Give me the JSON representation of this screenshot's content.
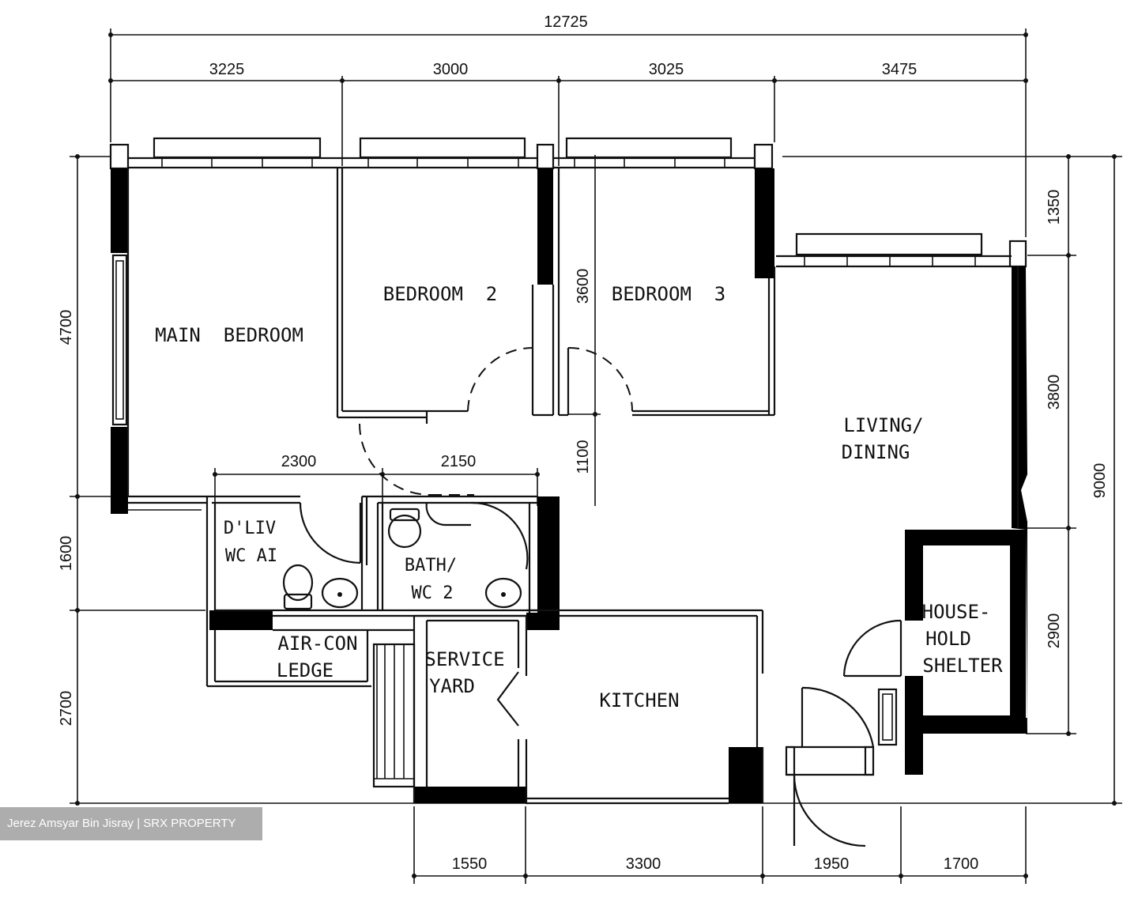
{
  "dimensions": {
    "overall_width": "12725",
    "top": [
      "3225",
      "3000",
      "3025",
      "3475"
    ],
    "inner_mid": [
      "2300",
      "2150"
    ],
    "bottom": [
      "1550",
      "3300",
      "1950",
      "1700"
    ],
    "left": [
      "4700",
      "1600",
      "2700"
    ],
    "right_inner": [
      "1350",
      "3800",
      "2900"
    ],
    "right_overall": "9000",
    "bedroom3_wall": "3600",
    "corridor": "1100"
  },
  "rooms": {
    "main_bedroom": "MAIN  BEDROOM",
    "bedroom_2": "BEDROOM  2",
    "bedroom_3": "BEDROOM  3",
    "living_dining_1": "LIVING/",
    "living_dining_2": "DINING",
    "bath_wc_1_line1": "D'LIV",
    "bath_wc_1_line2": "WC AI",
    "bath_wc_2_line1": "BATH/",
    "bath_wc_2_line2": "WC 2",
    "aircon_line1": "AIR-CON",
    "aircon_line2": "LEDGE",
    "service_line1": "SERVICE",
    "service_line2": "YARD",
    "kitchen": "KITCHEN",
    "shelter_line1": "HOUSE-",
    "shelter_line2": "HOLD",
    "shelter_line3": "SHELTER"
  },
  "watermark": "Jerez Amsyar Bin Jisray | SRX PROPERTY"
}
